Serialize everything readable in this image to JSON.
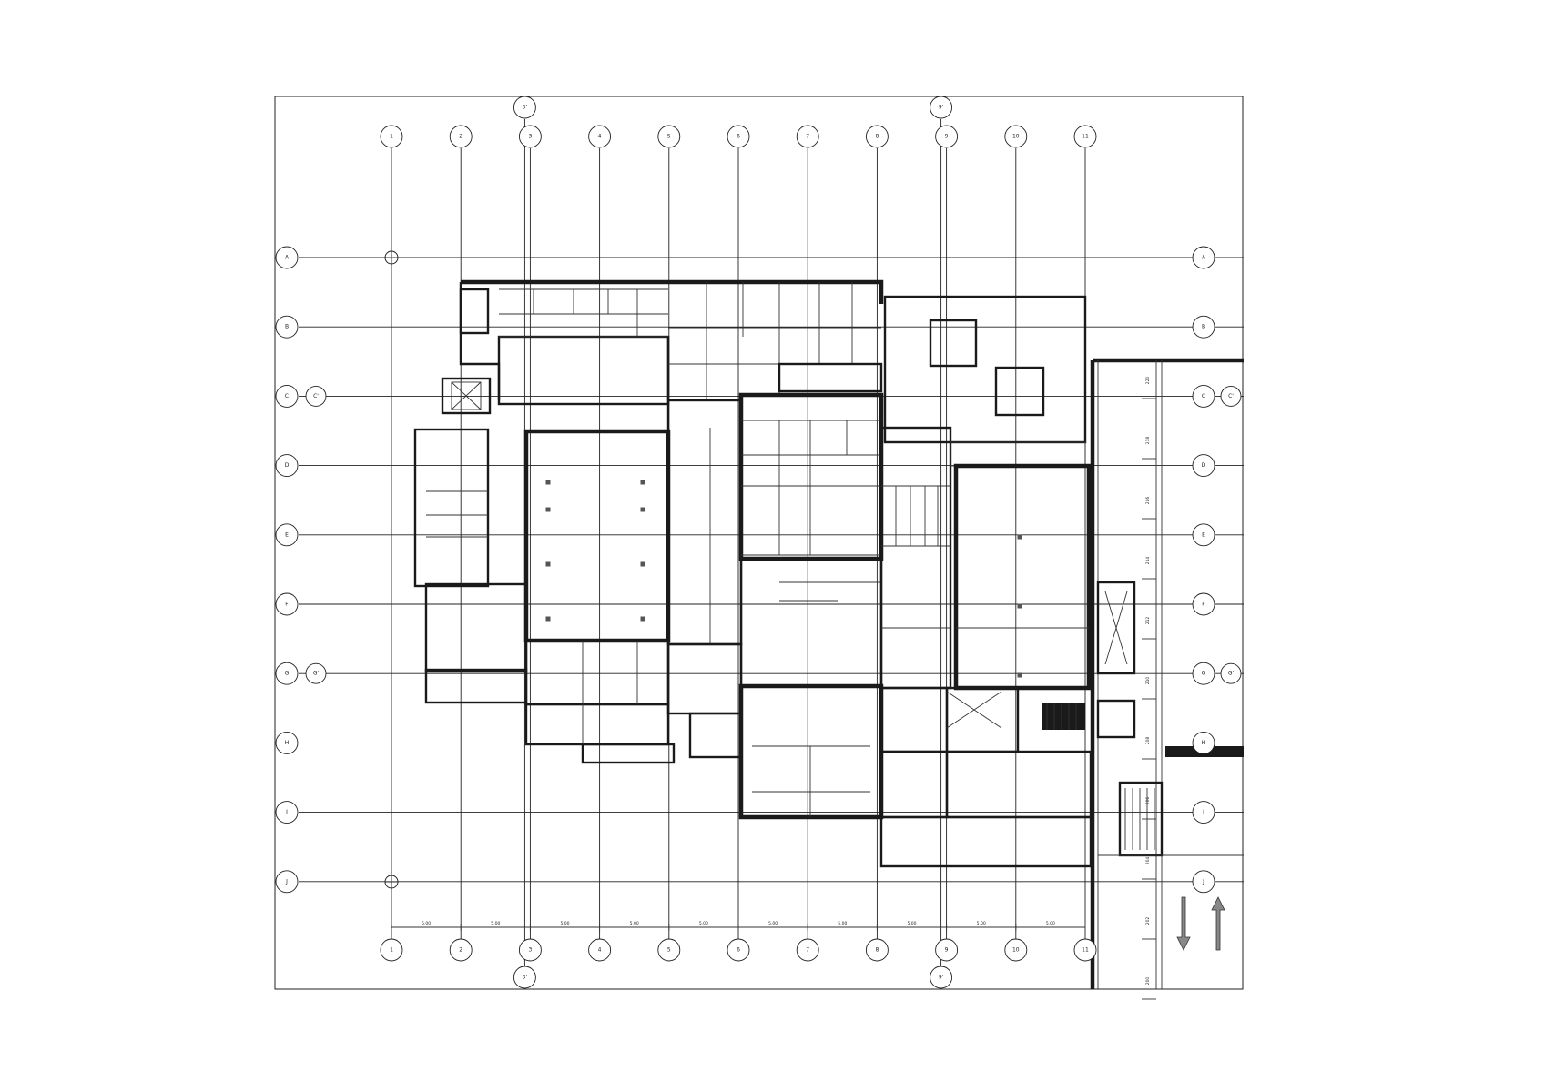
{
  "drawing": {
    "type": "architectural floor plan",
    "line_color": "#1a1a1a",
    "background": "#ffffff"
  },
  "grid_axes": {
    "columns": [
      "1",
      "2",
      "3",
      "4",
      "5",
      "6",
      "7",
      "8",
      "9",
      "10",
      "11"
    ],
    "columns_sub": [
      "3'",
      "9'"
    ],
    "rows": [
      "A",
      "B",
      "C",
      "D",
      "E",
      "F",
      "G",
      "H",
      "I",
      "J"
    ],
    "rows_sub": [
      "C'",
      "G'"
    ]
  },
  "dimension_texts": {
    "bottom_spans": [
      "5.00",
      "5.00",
      "5.00",
      "5.00",
      "5.00",
      "5.00",
      "5.00",
      "5.00",
      "5.00",
      "5.00"
    ],
    "right_stations": [
      "220",
      "218",
      "216",
      "214",
      "212",
      "210",
      "208",
      "206",
      "204",
      "202",
      "200"
    ]
  },
  "icons": {
    "north_arrow": "direction-arrow-icon",
    "column_marker": "column-icon"
  }
}
